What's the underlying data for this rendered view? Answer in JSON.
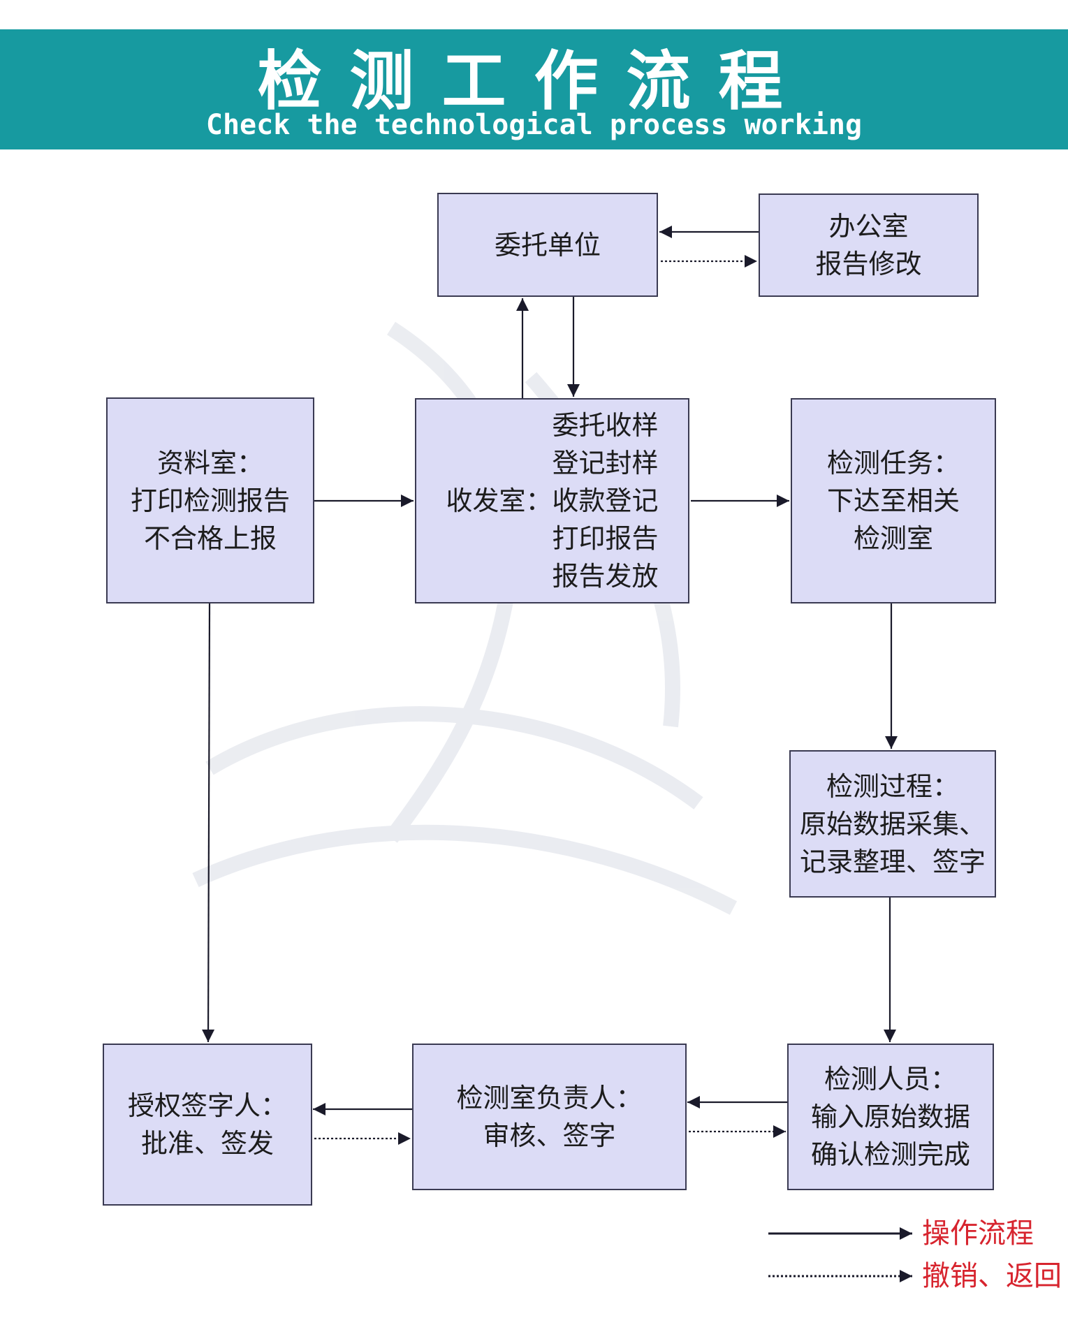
{
  "header": {
    "title_cn": "检测工作流程",
    "title_en": "Check the technological process working"
  },
  "nodes": {
    "client": {
      "lines": [
        "委托单位"
      ]
    },
    "office": {
      "lines": [
        "办公室",
        "报告修改"
      ]
    },
    "archive": {
      "lines": [
        "资料室：",
        "打印检测报告",
        "不合格上报"
      ]
    },
    "reception": {
      "label": "收发室：",
      "items": [
        "委托收样",
        "登记封样",
        "收款登记",
        "打印报告",
        "报告发放"
      ]
    },
    "task": {
      "lines": [
        "检测任务：",
        "下达至相关",
        "检测室"
      ]
    },
    "process": {
      "lines": [
        "检测过程：",
        "原始数据采集、",
        "记录整理、签字"
      ]
    },
    "signatory": {
      "lines": [
        "授权签字人：",
        "批准、签发"
      ]
    },
    "lab_head": {
      "lines": [
        "检测室负责人：",
        "审核、签字"
      ]
    },
    "tester": {
      "lines": [
        "检测人员：",
        "输入原始数据",
        "确认检测完成"
      ]
    }
  },
  "legend": {
    "operation": "操作流程",
    "revoke_return": "撤销、返回"
  },
  "colors": {
    "header_bg": "#179aa0",
    "box_fill": "#dcdcf6",
    "box_border": "#3a3a52",
    "legend_text": "#d7242e"
  }
}
